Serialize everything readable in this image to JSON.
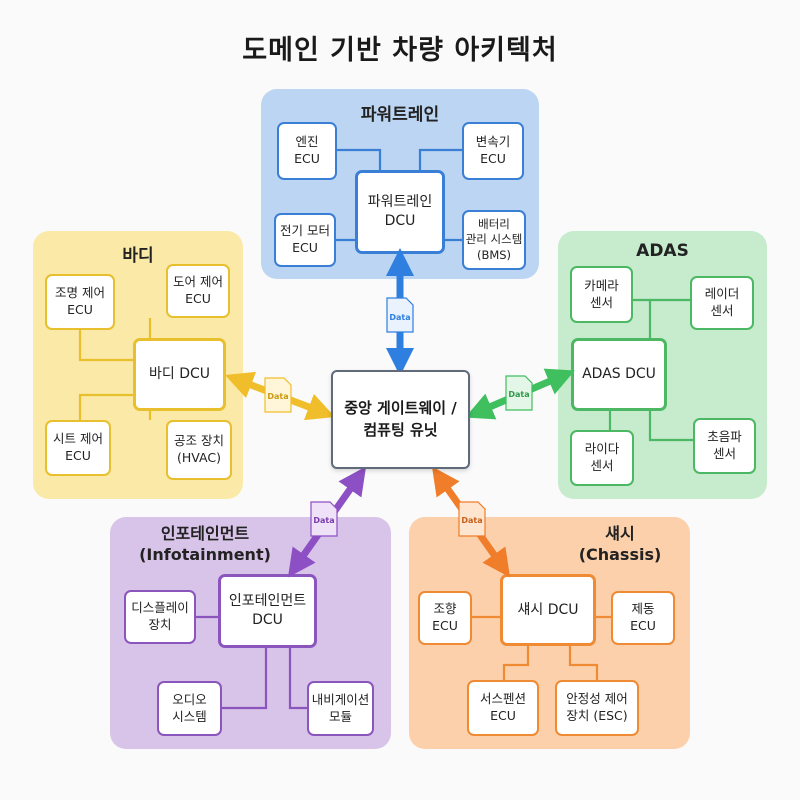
{
  "title": "도메인 기반 차량 아키텍처",
  "gateway": {
    "label": "중앙 게이트웨이 /\n컴퓨팅 유닛"
  },
  "data_label": "Data",
  "colors": {
    "powertrain": {
      "bg": "#bcd5f2",
      "border": "#3a7fd6",
      "arrow": "#2f7fe0"
    },
    "body": {
      "bg": "#fbe9a8",
      "border": "#e8bf2c",
      "arrow": "#f0be2a"
    },
    "adas": {
      "bg": "#c6ebcd",
      "border": "#4cb863",
      "arrow": "#3fbf5e"
    },
    "infotainment": {
      "bg": "#d9c4e9",
      "border": "#8a55bd",
      "arrow": "#8d4fc4"
    },
    "chassis": {
      "bg": "#fbd0aa",
      "border": "#ef8a35",
      "arrow": "#f07d2a"
    }
  },
  "domains": {
    "powertrain": {
      "title": "파워트레인",
      "dcu": "파워트레인\nDCU",
      "engine": "엔진\nECU",
      "transmission": "변속기\nECU",
      "motor": "전기 모터\nECU",
      "bms": "배터리\n관리 시스템\n(BMS)"
    },
    "body": {
      "title": "바디",
      "dcu": "바디 DCU",
      "lighting": "조명 제어\nECU",
      "door": "도어 제어\nECU",
      "seat": "시트 제어\nECU",
      "hvac": "공조 장치\n(HVAC)"
    },
    "adas": {
      "title": "ADAS",
      "dcu": "ADAS DCU",
      "camera": "카메라\n센서",
      "radar": "레이더\n센서",
      "lidar": "라이다\n센서",
      "ultrasonic": "초음파\n센서"
    },
    "infotainment": {
      "title": "인포테인먼트\n(Infotainment)",
      "dcu": "인포테인먼트\nDCU",
      "display": "디스플레이\n장치",
      "audio": "오디오\n시스템",
      "nav": "내비게이션\n모듈"
    },
    "chassis": {
      "title": "섀시\n(Chassis)",
      "dcu": "섀시 DCU",
      "steering": "조향\nECU",
      "brake": "제동\nECU",
      "suspension": "서스펜션\nECU",
      "esc": "안정성 제어\n장치 (ESC)"
    }
  }
}
